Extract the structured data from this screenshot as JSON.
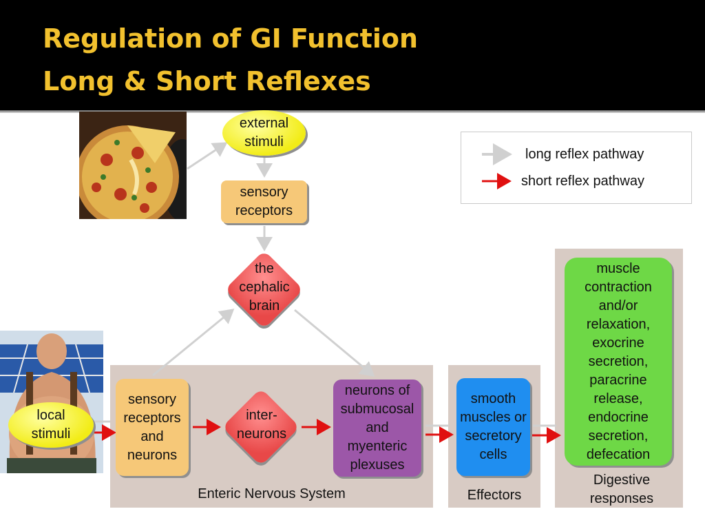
{
  "slide": {
    "title_line1": "Regulation of GI Function",
    "title_line2": "Long & Short Reflexes"
  },
  "legend": {
    "long_label": "long reflex pathway",
    "short_label": "short reflex pathway"
  },
  "nodes": {
    "external_stimuli": "external stimuli",
    "sensory_receptors_top": "sensory receptors",
    "cephalic_brain": "the cephalic brain",
    "local_stimuli": "local stimuli",
    "sensory_receptors_neurons": "sensory receptors and neurons",
    "interneurons": "inter- neurons",
    "plexuses": "neurons of submucosal and myenteric plexuses",
    "effector_cells": "smooth muscles or secretory cells",
    "responses": "muscle contraction and/or relaxation, exocrine secretion, paracrine release, endocrine secretion, defecation"
  },
  "panels": {
    "ens_label": "Enteric Nervous System",
    "effectors_label": "Effectors",
    "digestive_label": "Digestive responses"
  },
  "colors": {
    "long_arrow": "#d0d0d0",
    "short_arrow": "#e01010",
    "title": "#f2c12e",
    "panel": "#d8cbc4",
    "orange_box": "#f6c878",
    "purple_box": "#9c57a8",
    "blue_box": "#1f8ef0",
    "green_box": "#6ed846",
    "diamond": "#e84848",
    "oval": "#f2ec16"
  },
  "icons": {
    "pizza_photo": "pizza-photo",
    "person_photo": "man-photo"
  }
}
